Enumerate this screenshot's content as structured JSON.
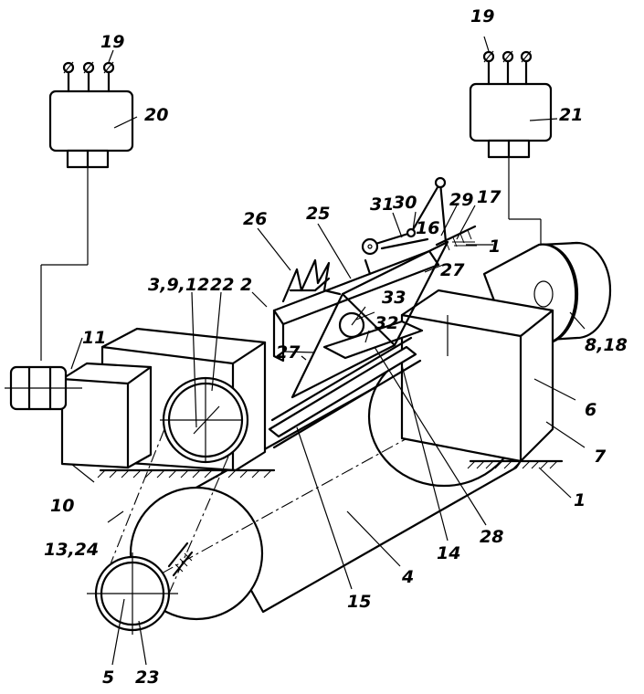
{
  "figure": {
    "labels": {
      "l19a": "19",
      "l19b": "19",
      "l20": "20",
      "l21": "21",
      "l11": "11",
      "l26": "26",
      "l25": "25",
      "l31": "31",
      "l30": "30",
      "l16": "16",
      "l29": "29",
      "l17": "17",
      "l1a": "1",
      "l27a": "27",
      "l27b": "27",
      "l3912": "3,9,12",
      "l222": "22 2",
      "l33": "33",
      "l32": "32",
      "l818": "8,18",
      "l6": "6",
      "l7": "7",
      "l1b": "1",
      "l10": "10",
      "l1324": "13,24",
      "l14": "14",
      "l28": "28",
      "l4": "4",
      "l15": "15",
      "l5": "5",
      "l23": "23"
    }
  }
}
